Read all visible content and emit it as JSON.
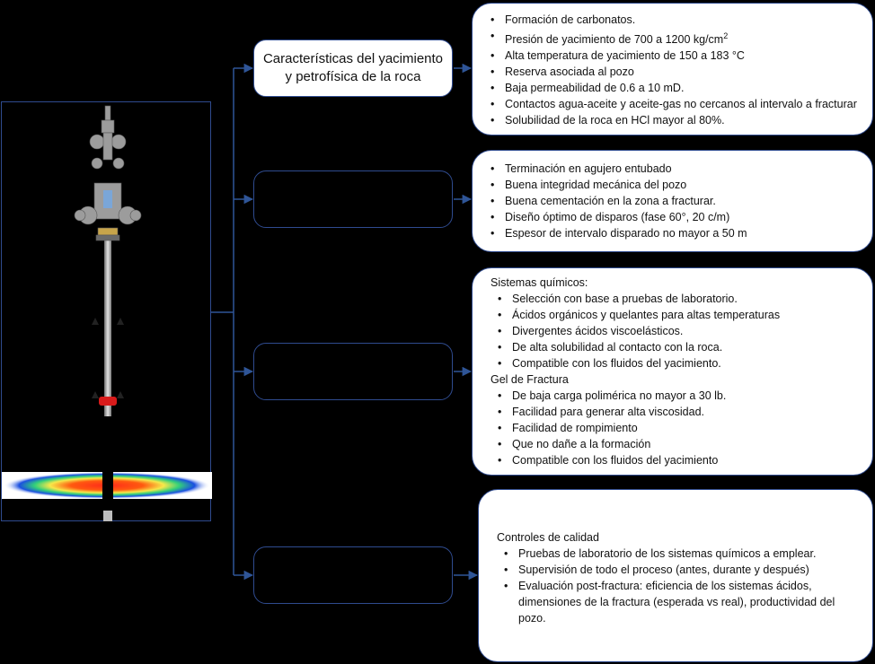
{
  "boxes": {
    "yacimiento": {
      "title_line1": "Características del yacimiento",
      "title_line2": "y petrofísica de la roca"
    }
  },
  "lists": {
    "yacimiento": [
      "Formación de carbonatos.",
      "Presión de yacimiento de 700 a 1200 kg/cm",
      "Alta temperatura de yacimiento de 150 a 183 °C",
      "Reserva asociada al pozo",
      "Baja permeabilidad de 0.6 a 10 mD.",
      "Contactos agua-aceite y aceite-gas no cercanos al intervalo a fracturar",
      "Solubilidad de la roca en HCl mayor al 80%."
    ],
    "yacimiento_superscript": "2",
    "pozo": [
      "Terminación en agujero entubado",
      "Buena integridad mecánica del pozo",
      "Buena cementación en la zona a fracturar.",
      "Diseño óptimo de disparos (fase 60°, 20 c/m)",
      "Espesor de intervalo disparado no mayor a 50 m"
    ],
    "quimicos_heading": "Sistemas químicos:",
    "quimicos": [
      "Selección con base a pruebas de laboratorio.",
      "Ácidos orgánicos y quelantes para altas temperaturas",
      "Divergentes ácidos viscoelásticos.",
      "De alta solubilidad al contacto con la roca.",
      "Compatible con los fluidos del yacimiento."
    ],
    "gel_heading": "Gel de Fractura",
    "gel": [
      "De baja carga polimérica no mayor a 30 lb.",
      "Facilidad para generar alta viscosidad.",
      "Facilidad de rompimiento",
      "Que no dañe a la formación",
      "Compatible con los fluidos del yacimiento"
    ],
    "calidad_heading": "Controles de calidad",
    "calidad": [
      "Pruebas de laboratorio de los sistemas químicos a emplear.",
      "Supervisión de todo el proceso (antes, durante y después)",
      "Evaluación post-fractura: eficiencia de los sistemas ácidos, dimensiones de la fractura (esperada vs real), productividad del pozo."
    ]
  },
  "colors": {
    "connector": "#2f5597",
    "frame": "#2f4b8f"
  }
}
